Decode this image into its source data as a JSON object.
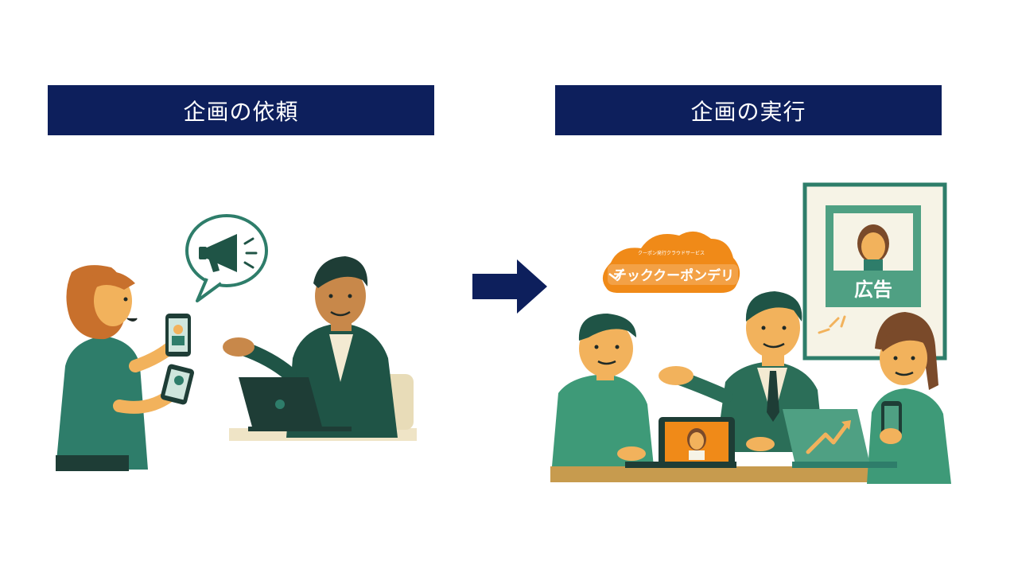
{
  "headers": {
    "request": "企画の依頼",
    "execution": "企画の実行"
  },
  "logo": {
    "tagline": "クーポン発行クラウドサービス",
    "name": "テッククーポンデリ"
  },
  "poster": {
    "label": "広告"
  },
  "colors": {
    "header_bg": "#0d1f5c",
    "teal": "#2e7d6a",
    "dark_green": "#1f5446",
    "skin": "#f2b25c",
    "orange_logo": "#f08a18",
    "hair_orange": "#c8702c",
    "desk_wood": "#c79b4e"
  }
}
